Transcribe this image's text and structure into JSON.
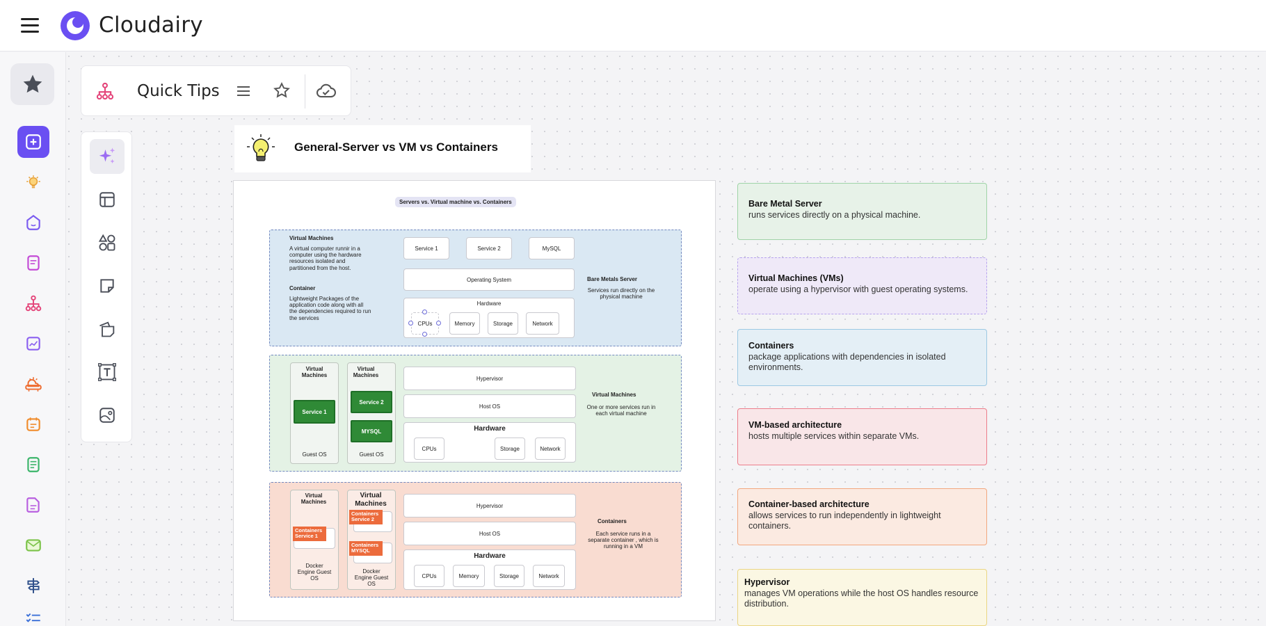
{
  "app": {
    "name": "Cloudairy"
  },
  "tips_card": {
    "title": "Quick Tips"
  },
  "diagram": {
    "title": "General-Server vs VM vs Containers",
    "header": "Servers vs. Virtual machine vs. Containers",
    "zone1": {
      "vm_title": "Virtual Machines",
      "vm_desc": "A virtual computer runnir in a computer using the hardware resources isolated and partitioned from the host.",
      "container_title": "Container",
      "container_desc": "Lightweight Packages of the application code along with all the dependencies required to run the services",
      "service1": "Service 1",
      "service2": "Service 2",
      "mysql": "MySQL",
      "os": "Operating System",
      "hardware": "Hardware",
      "cpus": "CPUs",
      "memory": "Memory",
      "storage": "Storage",
      "network": "Network",
      "side_title": "Bare Metals Server",
      "side_desc": "Services run directly on the physical machine"
    },
    "zone2": {
      "vm1_title": "Virtual Machines",
      "vm2_title": "Virtual Machines",
      "service1": "Service 1",
      "service2": "Service 2",
      "mysql": "MYSQL",
      "guest1": "Guest OS",
      "guest2": "Guest OS",
      "hypervisor": "Hypervisor",
      "hostos": "Host OS",
      "hardware": "Hardware",
      "cpus": "CPUs",
      "storage": "Storage",
      "network": "Network",
      "side_title": "Virtual Machines",
      "side_desc": "One or more services run in each virtual machine"
    },
    "zone3": {
      "vm1_title": "Virtual Machines",
      "vm2_title": "Virtual Machines",
      "c1": "Containers Service 1",
      "c2": "Containers Service 2",
      "c3": "Containers MYSQL",
      "engine1": "Docker Engine Guest OS",
      "engine2": "Docker Engine Guest OS",
      "hypervisor": "Hypervisor",
      "hostos": "Host OS",
      "hardware": "Hardware",
      "cpus": "CPUs",
      "memory": "Memory",
      "storage": "Storage",
      "network": "Network",
      "side_title": "Containers",
      "side_desc": "Each service runs in a separate container , which is running in a VM"
    }
  },
  "notes": [
    {
      "title": "Bare Metal Server",
      "text": "runs services directly on a physical machine.",
      "bg": "#e7f2e8",
      "border": "#9fd3a7"
    },
    {
      "title": "Virtual Machines (VMs)",
      "text": "operate using a hypervisor with guest operating systems.",
      "bg": "#efe9f8",
      "border": "#b7a3ee"
    },
    {
      "title": "Containers",
      "text": "package applications with dependencies in isolated environments.",
      "bg": "#e4eff6",
      "border": "#9cc8e3"
    },
    {
      "title": "VM-based architecture",
      "text": "hosts multiple services within separate VMs.",
      "bg": "#f9e6e8",
      "border": "#ec7d8a"
    },
    {
      "title": "Container-based architecture",
      "text": "allows services to run independently in lightweight containers.",
      "bg": "#fbeae1",
      "border": "#f2a77e"
    },
    {
      "title": "Hypervisor",
      "text": "manages VM operations while the host OS handles resource distribution.",
      "bg": "#fbf7e3",
      "border": "#ead583"
    }
  ]
}
